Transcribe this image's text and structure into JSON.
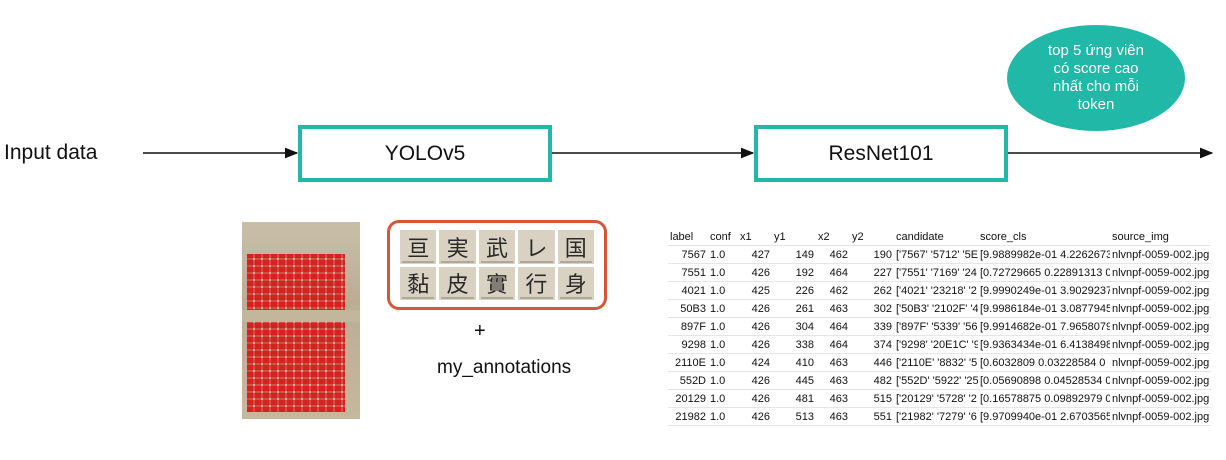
{
  "input_label": "Input data",
  "yolo_label": "YOLOv5",
  "resnet_label": "ResNet101",
  "bubble_text": "top 5 ứng viên có score cao nhất cho mỗi token",
  "plus": "+",
  "annotations_label": "my_annotations",
  "colors": {
    "teal": "#22b8a8",
    "orange": "#d5573b",
    "red_boxes": "#e62828"
  },
  "crop_chars": [
    "亘",
    "実",
    "武",
    "レ",
    "国",
    "黏",
    "皮",
    "實",
    "行",
    "身"
  ],
  "table": {
    "headers": [
      "label",
      "conf",
      "x1",
      "y1",
      "x2",
      "y2",
      "candidate",
      "score_cls",
      "source_img"
    ],
    "rows": [
      [
        "7567",
        "1.0",
        "427",
        "149",
        "462",
        "190",
        "['7567' '5712' '5E",
        "[9.9889982e-01 4.2262673",
        "nlvnpf-0059-002.jpg"
      ],
      [
        "7551",
        "1.0",
        "426",
        "192",
        "464",
        "227",
        "['7551' '7169' '24",
        "[0.72729665 0.22891313 0",
        "nlvnpf-0059-002.jpg"
      ],
      [
        "4021",
        "1.0",
        "425",
        "226",
        "462",
        "262",
        "['4021' '23218' '2",
        "[9.9990249e-01 3.9029237",
        "nlvnpf-0059-002.jpg"
      ],
      [
        "50B3",
        "1.0",
        "426",
        "261",
        "463",
        "302",
        "['50B3' '2102F' '4",
        "[9.9986184e-01 3.0877945",
        "nlvnpf-0059-002.jpg"
      ],
      [
        "897F",
        "1.0",
        "426",
        "304",
        "464",
        "339",
        "['897F' '5339' '56",
        "[9.9914682e-01 7.9658079",
        "nlvnpf-0059-002.jpg"
      ],
      [
        "9298",
        "1.0",
        "426",
        "338",
        "464",
        "374",
        "['9298' '20E1C' '9",
        "[9.9363434e-01 6.4138498",
        "nlvnpf-0059-002.jpg"
      ],
      [
        "2110E",
        "1.0",
        "424",
        "410",
        "463",
        "446",
        "['2110E' '8832' '5",
        "[0.6032809  0.03228584 0",
        "nlvnpf-0059-002.jpg"
      ],
      [
        "552D",
        "1.0",
        "426",
        "445",
        "463",
        "482",
        "['552D' '5922' '25",
        "[0.05690898 0.04528534 0",
        "nlvnpf-0059-002.jpg"
      ],
      [
        "20129",
        "1.0",
        "426",
        "481",
        "463",
        "515",
        "['20129' '5728' '2",
        "[0.16578875 0.09892979 0",
        "nlvnpf-0059-002.jpg"
      ],
      [
        "21982",
        "1.0",
        "426",
        "513",
        "463",
        "551",
        "['21982' '7279' '6",
        "[9.9709940e-01 2.6703565",
        "nlvnpf-0059-002.jpg"
      ]
    ]
  }
}
